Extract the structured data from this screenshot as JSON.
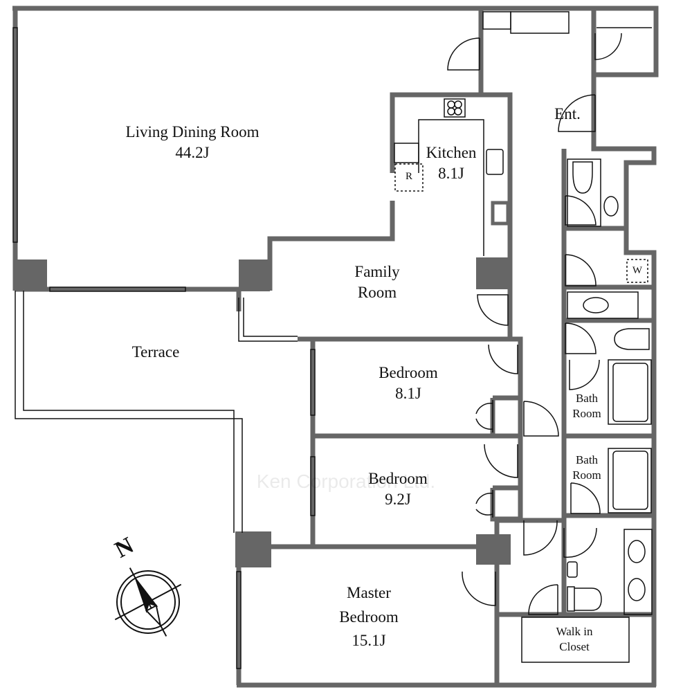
{
  "rooms": {
    "living": {
      "name": "Living Dining Room",
      "size": "44.2J"
    },
    "kitchen": {
      "name": "Kitchen",
      "size": "8.1J"
    },
    "refrigerator": "R",
    "washer": "W",
    "entrance": "Ent.",
    "family": {
      "line1": "Family",
      "line2": "Room"
    },
    "terrace": "Terrace",
    "bedroom1": {
      "name": "Bedroom",
      "size": "8.1J"
    },
    "bedroom2": {
      "name": "Bedroom",
      "size": "9.2J"
    },
    "master": {
      "line1": "Master",
      "line2": "Bedroom",
      "size": "15.1J"
    },
    "bath1": {
      "line1": "Bath",
      "line2": "Room"
    },
    "bath2": {
      "line1": "Bath",
      "line2": "Room"
    },
    "closet": {
      "line1": "Walk in",
      "line2": "Closet"
    }
  },
  "compass": "N",
  "watermark": "Ken Corporation Ltd.",
  "colors": {
    "wall": "#666666",
    "line": "#111111"
  }
}
